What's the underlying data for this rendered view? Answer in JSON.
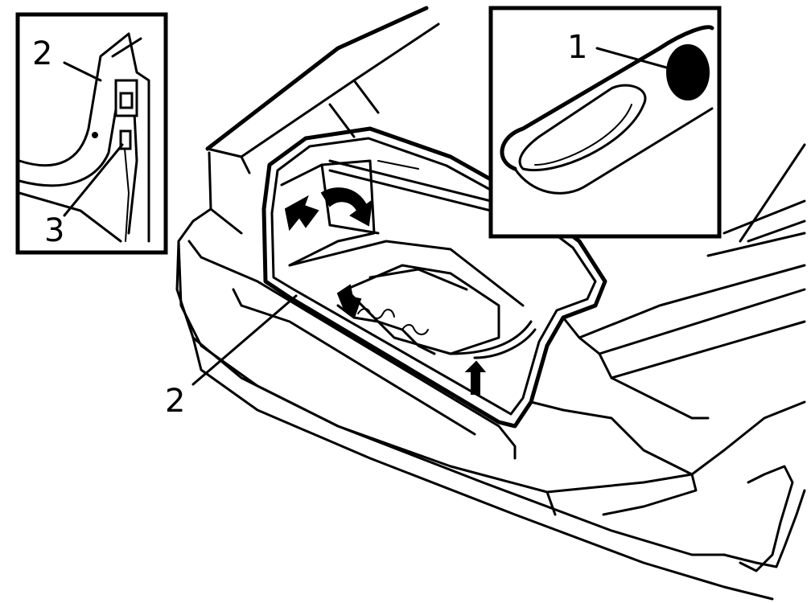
{
  "callouts": {
    "main_label_2": "2",
    "inset_left_label_2": "2",
    "inset_left_label_3": "3",
    "inset_right_label_1": "1"
  }
}
